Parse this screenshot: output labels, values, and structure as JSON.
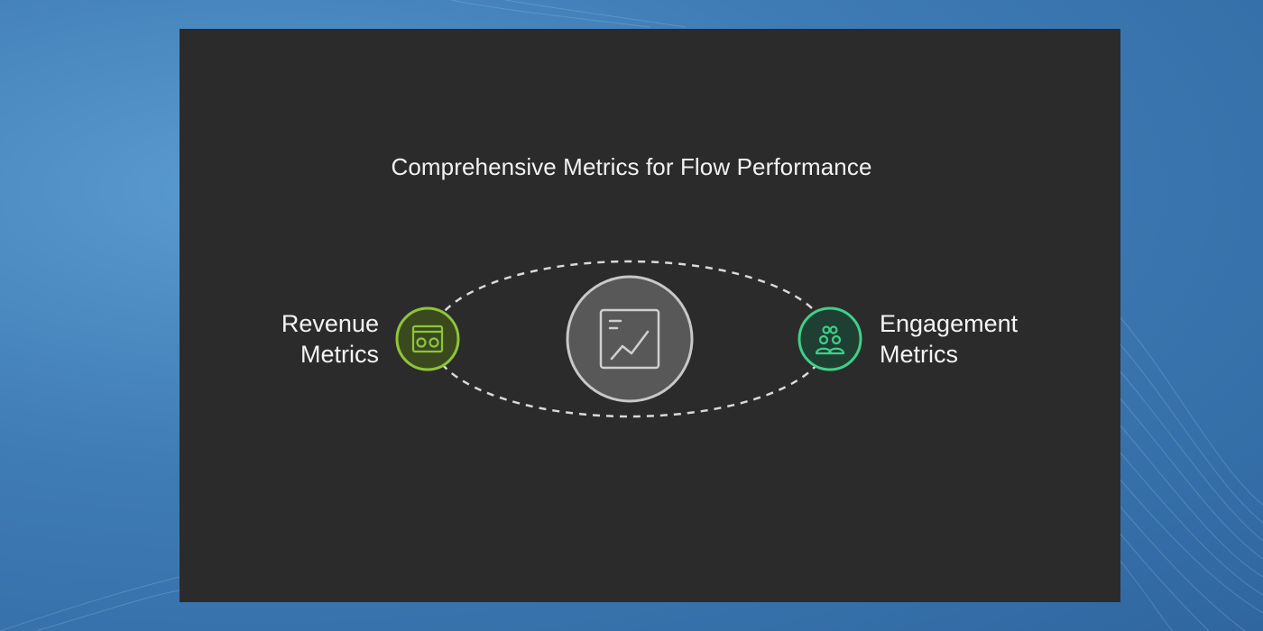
{
  "diagram": {
    "title": "Comprehensive Metrics for Flow Performance",
    "center": {
      "icon": "chart-trend-icon"
    },
    "nodes": [
      {
        "id": "revenue",
        "line1": "Revenue",
        "line2": "Metrics",
        "icon": "revenue-dashboard-icon",
        "color": "#8fc43a"
      },
      {
        "id": "engagement",
        "line1": "Engagement",
        "line2": "Metrics",
        "icon": "people-engagement-icon",
        "color": "#3fcf8a"
      }
    ]
  },
  "colors": {
    "background": "#3f7bb5",
    "panel": "#2b2b2b",
    "text": "#f2f2f2",
    "dashed_ring": "#d9d9d9",
    "center_circle": "#5a5a5a"
  }
}
